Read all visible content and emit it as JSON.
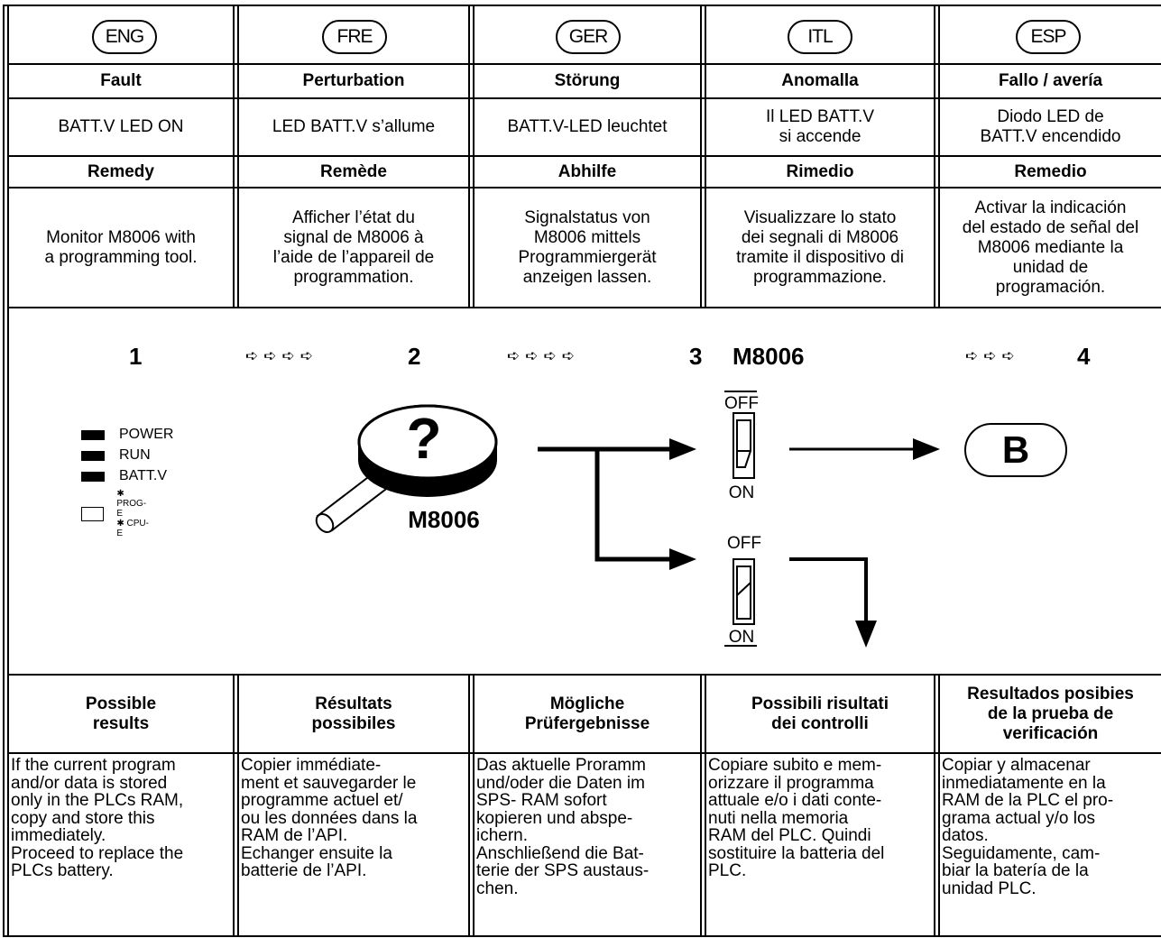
{
  "languages": [
    {
      "code": "ENG",
      "fault_label": "Fault",
      "fault": [
        "BATT.V LED ON"
      ],
      "remedy_label": "Remedy",
      "remedy": [
        "Monitor M8006 with",
        "a programming tool."
      ],
      "results_label": [
        "Possible",
        "results"
      ],
      "results": [
        "If the current program",
        "and/or data is stored",
        "only in the PLCs RAM,",
        "copy and store this",
        "immediately.",
        "Proceed to replace the",
        "PLCs battery."
      ]
    },
    {
      "code": "FRE",
      "fault_label": "Perturbation",
      "fault": [
        "LED BATT.V s’allume"
      ],
      "remedy_label": "Remède",
      "remedy": [
        "Afficher l’état du",
        "signal de M8006 à",
        "l’aide de l’appareil de",
        "programmation."
      ],
      "results_label": [
        "Résultats",
        "possibiles"
      ],
      "results": [
        "Copier immédiate-",
        "ment et sauvegarder le",
        "programme actuel et/",
        "ou les données dans la",
        "RAM de l’API.",
        "Echanger ensuite la",
        "batterie de l’API."
      ]
    },
    {
      "code": "GER",
      "fault_label": "Störung",
      "fault": [
        "BATT.V-LED leuchtet"
      ],
      "remedy_label": "Abhilfe",
      "remedy": [
        "Signalstatus von",
        "M8006 mittels",
        "Programmiergerät",
        "anzeigen lassen."
      ],
      "results_label": [
        "Mögliche",
        "Prüfergebnisse"
      ],
      "results": [
        "Das aktuelle Proramm",
        "und/oder die Daten im",
        "SPS- RAM sofort",
        "kopieren und abspe-",
        "ichern.",
        "Anschließend die Bat-",
        "terie der SPS austaus-",
        "chen."
      ]
    },
    {
      "code": "ITL",
      "fault_label": "Anomalla",
      "fault": [
        "Il LED BATT.V",
        "si accende"
      ],
      "remedy_label": "Rimedio",
      "remedy": [
        "Visualizzare lo stato",
        "dei segnali di M8006",
        "tramite il dispositivo di",
        "programmazione."
      ],
      "results_label": [
        "Possibili risultati",
        "dei controlli"
      ],
      "results": [
        "Copiare subito e mem-",
        "orizzare il programma",
        "attuale e/o i dati conte-",
        "nuti nella memoria",
        "RAM del PLC. Quindi",
        "sostituire la batteria del",
        "PLC."
      ]
    },
    {
      "code": "ESP",
      "fault_label": "Fallo / avería",
      "fault": [
        "Diodo LED de",
        "BATT.V encendido"
      ],
      "remedy_label": "Remedio",
      "remedy": [
        "Activar la indicación",
        "del estado de señal del",
        "M8006 mediante la",
        "unidad de",
        "programación."
      ],
      "results_label": [
        "Resultados posibies",
        "de la prueba de",
        "verificación"
      ],
      "results": [
        "Copiar y almacenar",
        "inmediatamente en la",
        "RAM de la PLC el pro-",
        "grama actual y/o los",
        "datos.",
        "Seguidamente, cam-",
        "biar la batería de la",
        "unidad PLC."
      ]
    }
  ],
  "diagram": {
    "step1": "1",
    "step2": "2",
    "step3": "3",
    "step4": "4",
    "step3_title": "M8006",
    "arrows_1_2": "➪➪➪➪",
    "arrows_2_3": "➪➪➪➪",
    "arrows_3_4": "➪➪➪",
    "leds": [
      {
        "label": "POWER",
        "on": true
      },
      {
        "label": "RUN",
        "on": true
      },
      {
        "label": "BATT.V",
        "on": true
      }
    ],
    "led_prog": "PROG-E",
    "led_cpu": "CPU-E",
    "monitor_label": "M8006",
    "question_mark": "?",
    "switch_top_off": "OFF",
    "switch_top_on": "ON",
    "switch_bottom_off": "OFF",
    "switch_bottom_on": "ON",
    "result_b": "B"
  }
}
